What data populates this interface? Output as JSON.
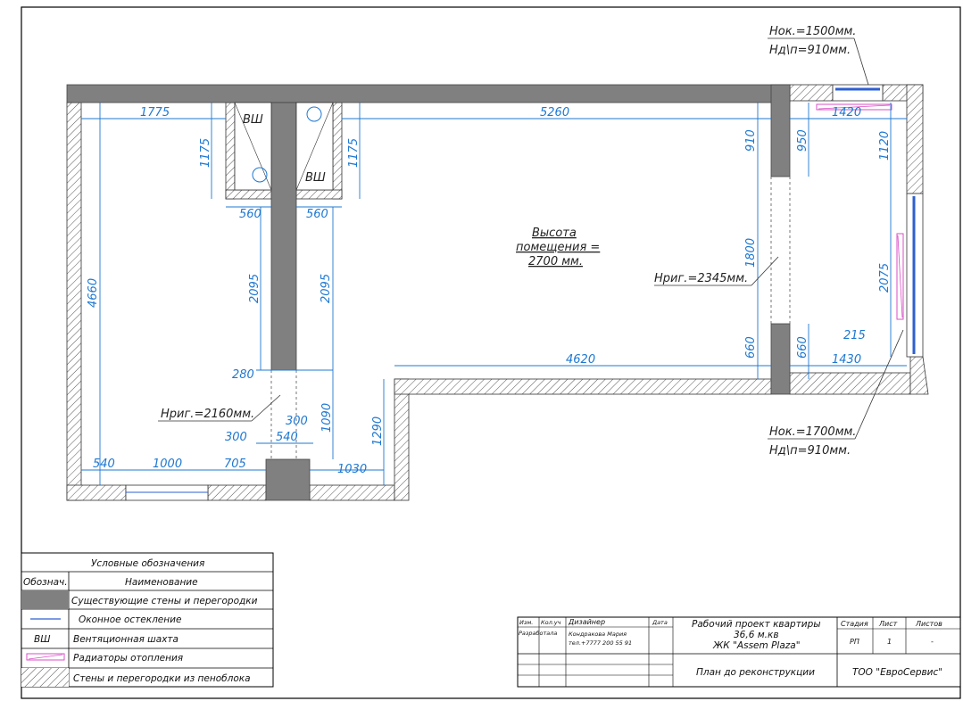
{
  "plan": {
    "room_height_lines": [
      "Высота",
      "помещения =",
      "2700 мм."
    ],
    "shaft_label": "ВШ",
    "door_height_left": "Нриг.=2160мм.",
    "door_height_right": "Нриг.=2345мм.",
    "window_top_note": [
      "Нок.=1500мм.",
      "Нд\\п=910мм."
    ],
    "window_bottom_note": [
      "Нок.=1700мм.",
      "Нд\\п=910мм."
    ],
    "dimensions": {
      "top_left_width": "1775",
      "top_right_width": "5260",
      "shaft_height_left": "1175",
      "shaft_height_right": "1175",
      "shaft_width_left": "560",
      "shaft_width_right": "560",
      "left_room_height": "4660",
      "partition_len_left": "2095",
      "partition_len_right": "2095",
      "partition_thickness": "280",
      "door_gap_height": "1090",
      "step_dim": "300",
      "step_dim_2": "300",
      "door_width": "540",
      "bottom_540": "540",
      "window_1000": "1000",
      "bottom_705": "705",
      "bottom_1030": "1030",
      "step_height": "1290",
      "inner_width": "4620",
      "right_910": "910",
      "right_950": "950",
      "right_1420": "1420",
      "right_1120": "1120",
      "opening_1800": "1800",
      "window_2075": "2075",
      "right_660_a": "660",
      "right_660_b": "660",
      "right_1430": "1430",
      "right_215": "215"
    }
  },
  "legend": {
    "title": "Условные обозначения",
    "col_symbol": "Обознач.",
    "col_name": "Наименование",
    "rows": [
      {
        "symbol": "wall-fill",
        "symbol_text": "",
        "label": "Существующие стены и перегородки"
      },
      {
        "symbol": "window-line",
        "symbol_text": "",
        "label": "Оконное остекление"
      },
      {
        "symbol": "text",
        "symbol_text": "ВШ",
        "label": "Вентяционная шахта"
      },
      {
        "symbol": "radiator",
        "symbol_text": "",
        "label": "Радиаторы отопления"
      },
      {
        "symbol": "hatch",
        "symbol_text": "",
        "label": "Стены и перегородки из пеноблока"
      }
    ]
  },
  "title_block": {
    "col_izm": "Изм.",
    "col_kol": "Кол.уч",
    "designer_label": "Дизайнер",
    "col_date": "Дата",
    "developed_label": "Разработала",
    "designer_name": "Кондракова Мария",
    "designer_phone": "тел.+7777 200 55 91",
    "project_lines": [
      "Рабочий проект квартиры",
      "36,6 м.кв",
      "ЖК \"Assem Plaza\""
    ],
    "sheet_title": "План до реконструкции",
    "stage_label": "Стадия",
    "sheet_label": "Лист",
    "sheets_label": "Листов",
    "stage_value": "РП",
    "sheet_value": "1",
    "sheets_value": "-",
    "company": "ТОО \"ЕвроСервис\""
  },
  "colors": {
    "dimension": "#1e78d2",
    "wall": "#808080",
    "radiator": "#d84fc6",
    "window": "#2e5fd0"
  }
}
